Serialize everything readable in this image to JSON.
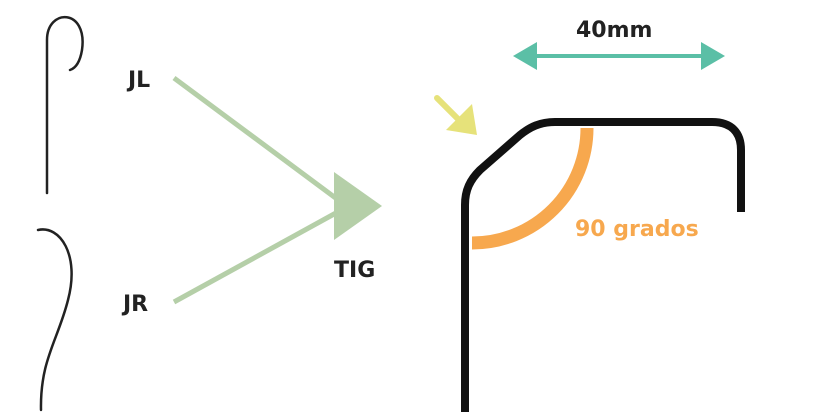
{
  "labels": {
    "jl": "JL",
    "jr": "JR",
    "tig": "TIG",
    "dimension": "40mm",
    "angle": "90 grados"
  },
  "icons": [
    "jl-catheter-curve-icon",
    "jr-catheter-curve-icon",
    "converging-arrow-icon",
    "pointer-arrow-icon",
    "double-arrow-icon",
    "tig-catheter-tip-icon",
    "angle-arc-icon"
  ],
  "colors": {
    "catheter": "#111111",
    "converge_arrow": "#b5cfa8",
    "pointer_arrow": "#e6e27a",
    "dimension_arrow": "#5bbfa6",
    "angle_arc": "#f7a84e",
    "text": "#222222"
  }
}
